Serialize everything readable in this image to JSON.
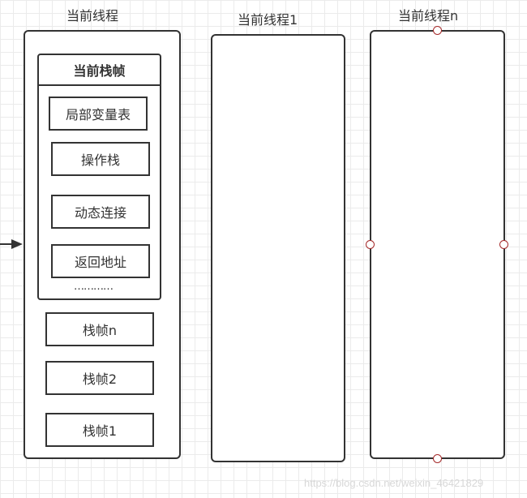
{
  "threads": {
    "current": {
      "title": "当前线程",
      "current_frame": {
        "title": "当前栈帧",
        "parts": [
          "局部变量表",
          "操作栈",
          "动态连接",
          "返回地址"
        ],
        "ellipsis": "…………"
      },
      "frames": [
        "栈帧n",
        "栈帧2",
        "栈帧1"
      ]
    },
    "thread1": {
      "title": "当前线程1"
    },
    "threadn": {
      "title": "当前线程n"
    }
  },
  "watermark": "https://blog.csdn.net/weixin_46421829",
  "colors": {
    "stroke": "#333333",
    "handle": "#a52a2a",
    "grid": "#ebebeb"
  }
}
